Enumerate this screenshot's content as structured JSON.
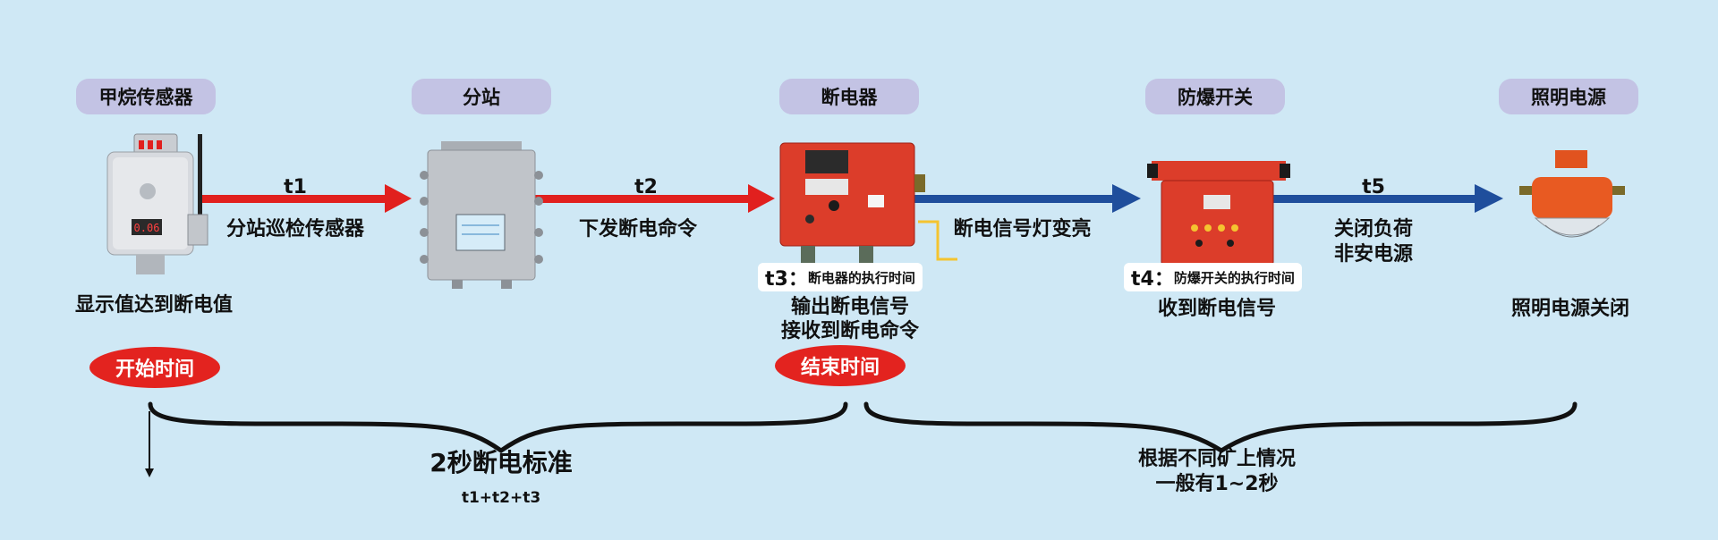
{
  "stages": [
    {
      "title": "甲烷传感器",
      "caption": "显示值达到断电值"
    },
    {
      "title": "分站",
      "caption": ""
    },
    {
      "title": "断电器",
      "caption_line1": "输出断电信号",
      "caption_line2": "接收到断电命令"
    },
    {
      "title": "防爆开关",
      "caption": "收到断电信号"
    },
    {
      "title": "照明电源",
      "caption": "照明电源关闭"
    }
  ],
  "arrows": [
    {
      "label": "t1",
      "desc": "分站巡检传感器",
      "color": "#e1201e"
    },
    {
      "label": "t2",
      "desc": "下发断电命令",
      "color": "#e1201e"
    },
    {
      "label": "",
      "desc": "断电信号灯变亮",
      "color": "#1f4e9c"
    },
    {
      "label": "t5",
      "desc_line1": "关闭负荷",
      "desc_line2": "非安电源",
      "color": "#1f4e9c"
    }
  ],
  "notes": {
    "t3": {
      "tag": "t3：",
      "text": "断电器的执行时间"
    },
    "t4": {
      "tag": "t4：",
      "text": "防爆开关的执行时间"
    }
  },
  "markers": {
    "start": "开始时间",
    "end": "结束时间"
  },
  "braces": {
    "left_title": "2秒断电标准",
    "left_sub": "t1+t2+t3",
    "right_line1": "根据不同矿上情况",
    "right_line2": "一般有1~2秒"
  },
  "device_display": "0.06"
}
